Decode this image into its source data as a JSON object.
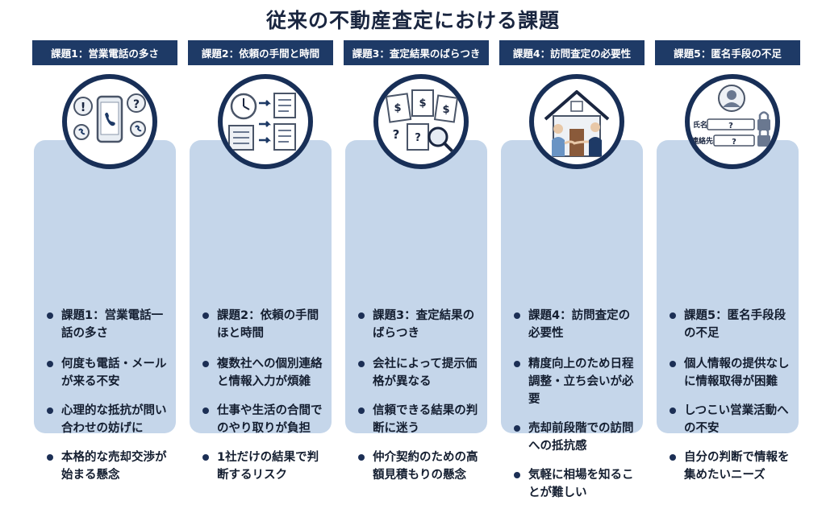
{
  "title": "従来の不動産査定における課題",
  "columns": [
    {
      "header": "課題1：営業電話の多さ",
      "icon": "phone-calls-icon",
      "bullets": [
        "課題1：営業電話一話の多さ",
        "何度も電話・メールが来る不安",
        "心理的な抵抗が問い合わせの妨げに",
        "本格的な売却交渉が始まる懸念"
      ]
    },
    {
      "header": "課題2：依頼の手間と時間",
      "icon": "clock-forms-icon",
      "bullets": [
        "課題2：依頼の手間ほと時間",
        "複数社への個別連絡と情報入力が煩雑",
        "仕事や生活の合間でのやり取りが負担",
        "1社だけの結果で判断するリスク"
      ]
    },
    {
      "header": "課題3：査定結果のばらつき",
      "icon": "documents-magnifier-icon",
      "bullets": [
        "課題3：査定結果の ばらつき",
        "会社によって提示価格が異なる",
        "信頼できる結果の判断に迷う",
        "仲介契約のための高額見積もりの懸念"
      ]
    },
    {
      "header": "課題4：訪問査定の必要性",
      "icon": "house-visit-icon",
      "bullets": [
        "課題4：訪問査定の必要性",
        "精度向上のため日程調整・立ち会いが必要",
        "売却前段階での訪問への抵抗感",
        "気軽に相場を知ることが難しい"
      ]
    },
    {
      "header": "課題5：匿名手段の不足",
      "icon": "anonymous-form-icon",
      "form_labels": [
        "氏名",
        "連絡先"
      ],
      "bullets": [
        "課題5：匿名手段段の不足",
        "個人情報の提供なしに情報取得が困難",
        "しつこい営業活動への不安",
        "自分の判断で情報を集めたいニーズ"
      ]
    }
  ],
  "colors": {
    "header": "#1e3a66",
    "card": "#c5d6ea",
    "ring": "#182f57"
  }
}
